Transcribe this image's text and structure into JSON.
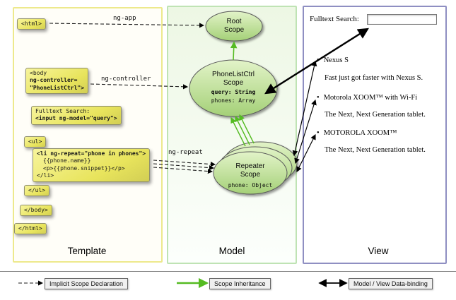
{
  "columns": {
    "template_label": "Template",
    "model_label": "Model",
    "view_label": "View"
  },
  "template": {
    "html_open": "<html>",
    "body_open": [
      "<body",
      "ng-controller=",
      "\"PhoneListCtrl\">"
    ],
    "fulltext": [
      "Fulltext Search:",
      "<input ng-model=\"query\">"
    ],
    "ul_open": "<ul>",
    "li_repeat": [
      "<li ng-repeat=\"phone in phones\">",
      "{{phone.name}}",
      "<p>{{phone.snippet}}</p>",
      "</li>"
    ],
    "ul_close": "</ul>",
    "body_close": "</body>",
    "html_close": "</html>"
  },
  "arrows": {
    "ng_app": "ng-app",
    "ng_controller": "ng-controller",
    "ng_repeat": "ng-repeat"
  },
  "model": {
    "root_scope": "Root Scope",
    "phonelist": {
      "title": "PhoneListCtrl Scope",
      "query": "query: String",
      "phones": "phones: Array"
    },
    "repeater": {
      "title": "Repeater Scope",
      "phone": "phone: Object"
    }
  },
  "view": {
    "search_label": "Fulltext Search:",
    "items": [
      {
        "name": "Nexus S",
        "snippet": "Fast just got faster with Nexus S."
      },
      {
        "name": "Motorola XOOM™ with Wi-Fi",
        "snippet": "The Next, Next Generation tablet."
      },
      {
        "name": "MOTOROLA XOOM™",
        "snippet": "The Next, Next Generation tablet."
      }
    ]
  },
  "legend": {
    "implicit": "Implicit Scope Declaration",
    "inheritance": "Scope Inheritance",
    "databinding": "Model / View Data-binding"
  }
}
